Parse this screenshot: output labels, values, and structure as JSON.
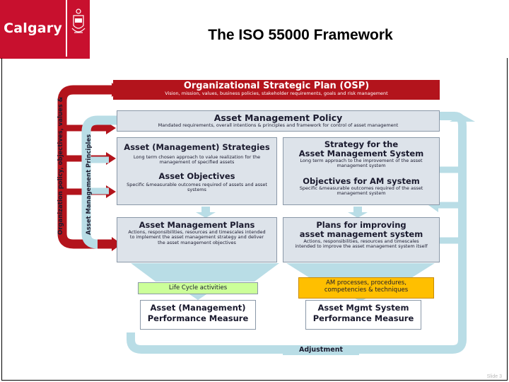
{
  "logo": {
    "brand": "Calgary",
    "seal_name": "city-of-calgary-crest"
  },
  "title": "The ISO 55000 Framework",
  "diagram": {
    "osp": {
      "title": "Organizational Strategic Plan (OSP)",
      "subtitle": "Vision, mission, values, business policies, stakeholder requirements, goals and risk management"
    },
    "left_labels": {
      "outer": "Organization policy, objectives, values &",
      "inner": "Asset Management Principles"
    },
    "policy": {
      "title": "Asset Management Policy",
      "subtitle": "Mandated requirements, overall intentions & principles and framework for control of asset management"
    },
    "strategies": {
      "title": "Asset (Management) Strategies",
      "subtitle": "Long term chosen approach to value realization for the management of specified assets"
    },
    "ams_strategy": {
      "title_line1": "Strategy for the",
      "title_line2": "Asset Management System",
      "subtitle": "Long term approach to the improvement of the asset management system"
    },
    "objectives": {
      "title": "Asset Objectives",
      "subtitle": "Specific &measurable outcomes required of assets and asset systems"
    },
    "am_objectives": {
      "title": "Objectives for AM system",
      "subtitle": "Specific &measurable outcomes required of the asset management system"
    },
    "plans": {
      "title": "Asset Management Plans",
      "subtitle": "Actions, responsibilities, resources and timescales intended to implement the asset management strategy and deliver the asset management objectives"
    },
    "improve_plans": {
      "title_line1": "Plans for improving",
      "title_line2": "asset management system",
      "subtitle": "Actions, responsibilities, resources and timescales intended to improve the asset management system itself"
    },
    "lifecycle": "Life Cycle activities",
    "am_processes": "AM processes, procedures, competencies & techniques",
    "performance": {
      "title_line1": "Asset (Management)",
      "title_line2": "Performance Measure"
    },
    "ams_performance": {
      "title_line1": "Asset Mgmt System",
      "title_line2": "Performance Measure"
    },
    "adjustment": "Adjustment"
  },
  "footer": {
    "slide_number": "Slide 3"
  },
  "colors": {
    "brand_red": "#c8102e",
    "osp_red": "#b3141c",
    "box_fill": "#dde3ea",
    "arrow_blue": "#b9dde6",
    "lifecycle_green": "#ccff99",
    "processes_orange": "#ffbf00"
  }
}
